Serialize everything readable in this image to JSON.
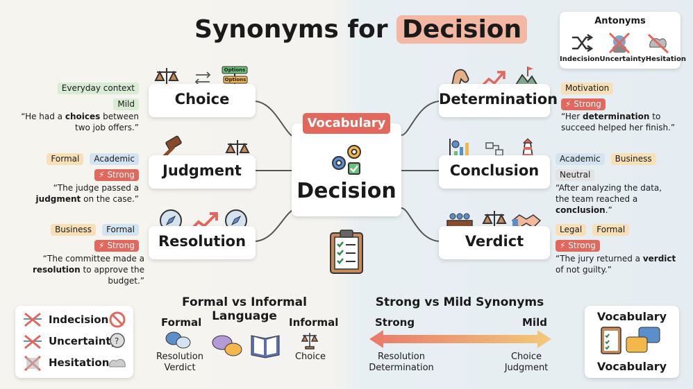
{
  "title": {
    "prefix": "Synonyms for",
    "highlight": "Decision"
  },
  "center": {
    "badge": "Vocabulary",
    "word": "Decision"
  },
  "antonyms_panel": {
    "title": "Antonyms",
    "items": [
      "Indecision",
      "Uncertainty",
      "Hesitation"
    ]
  },
  "synonyms": {
    "choice": {
      "word": "Choice",
      "tags": [
        "Everyday context",
        "Mild"
      ],
      "quote_pre": "“He had a ",
      "quote_bold": "choices",
      "quote_post": " between two job offers.”",
      "sign_top": "Options",
      "sign_bottom": "Options"
    },
    "judgment": {
      "word": "Judgment",
      "tags": [
        "Formal",
        "Academic",
        "Strong"
      ],
      "quote_pre": "“The judge passed a ",
      "quote_bold": "judgment",
      "quote_post": " on the case.”"
    },
    "resolution": {
      "word": "Resolution",
      "tags": [
        "Business",
        "Formal",
        "Strong"
      ],
      "quote_pre": "“The committee made a ",
      "quote_bold": "resolution",
      "quote_post": " to approve the budget.”"
    },
    "determination": {
      "word": "Determination",
      "tags": [
        "Motivation",
        "Strong"
      ],
      "quote_pre": "“Her ",
      "quote_bold": "determination",
      "quote_post": " to succeed helped her finish.”"
    },
    "conclusion": {
      "word": "Conclusion",
      "tags": [
        "Academic",
        "Business",
        "Neutral"
      ],
      "quote_pre": "“After analyzing the data, the team reached a ",
      "quote_bold": "conclusion",
      "quote_post": ".”"
    },
    "verdict": {
      "word": "Verdict",
      "tags": [
        "Legal",
        "Formal",
        "Strong"
      ],
      "quote_pre": "“The jury returned a ",
      "quote_bold": "verdict",
      "quote_post": " of not guilty.”"
    }
  },
  "strength_icon": "⚡",
  "antonyms_box": {
    "items": [
      "Indecision",
      "Uncertainty",
      "Hesitation"
    ]
  },
  "formal_informal": {
    "title": "Formal vs Informal Language",
    "formal_label": "Formal",
    "informal_label": "Informal",
    "formal_words": [
      "Resolution",
      "Verdict"
    ],
    "informal_words": [
      "Choice"
    ]
  },
  "strong_mild": {
    "title": "Strong vs Mild Synonyms",
    "strong_label": "Strong",
    "mild_label": "Mild",
    "strong_words": [
      "Resolution",
      "Determination"
    ],
    "mild_words": [
      "Choice",
      "Judgment"
    ]
  },
  "vocab_box": {
    "top": "Vocabulary",
    "bottom": "Vocabulary"
  },
  "colors": {
    "highlight": "#f3b8a3",
    "badge": "#e2675d",
    "strong": "#e2675d",
    "connector": "#555555",
    "arrow_strong": "#e87a6a",
    "arrow_mild": "#f3c97a"
  }
}
